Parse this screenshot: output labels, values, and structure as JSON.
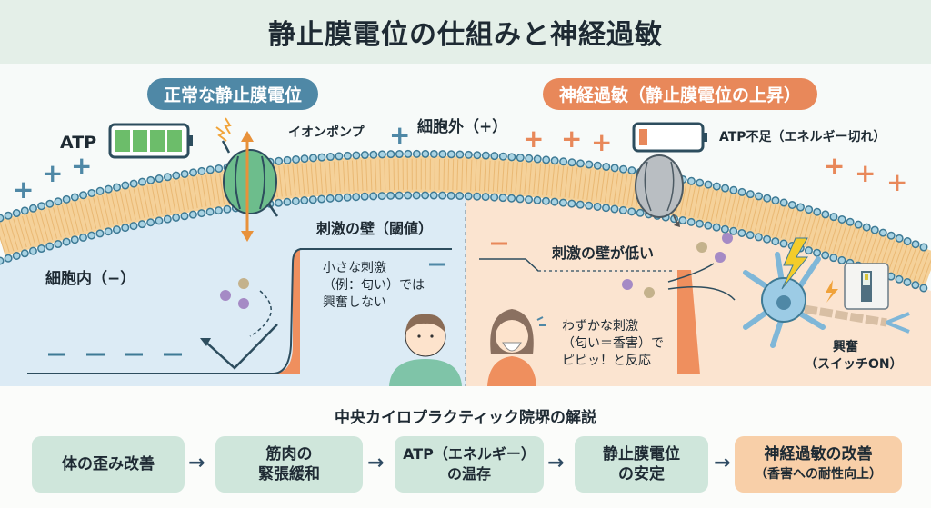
{
  "title": "静止膜電位の仕組みと神経過敏",
  "left": {
    "heading": "正常な静止膜電位",
    "atp_label": "ATP",
    "pump_label": "イオンポンプ",
    "outside_label": "細胞外（+）",
    "inside_label": "細胞内（−）",
    "threshold_label": "刺激の壁（閾値）",
    "stimulus_text": [
      "小さな刺激",
      "（例：匂い）では",
      "興奮しない"
    ]
  },
  "right": {
    "heading": "神経過敏（静止膜電位の上昇）",
    "atp_label": "ATP不足（エネルギー切れ）",
    "threshold_label": "刺激の壁が低い",
    "stimulus_text": [
      "わずかな刺激",
      "（匂い＝香害）で",
      "ピピッ！と反応"
    ],
    "excite_text": [
      "興奮",
      "（スイッチON）"
    ]
  },
  "flow": {
    "heading": "中央カイロプラクティック院堺の解説",
    "steps": [
      {
        "lines": [
          "体の歪み改善"
        ]
      },
      {
        "lines": [
          "筋肉の",
          "緊張緩和"
        ]
      },
      {
        "lines": [
          "ATP（エネルギー）",
          "の温存"
        ]
      },
      {
        "lines": [
          "静止膜電位",
          "の安定"
        ]
      },
      {
        "lines": [
          "神経過敏の改善",
          "（香害への耐性向上）"
        ]
      }
    ]
  },
  "colors": {
    "blue_accent": "#4f88a6",
    "orange_accent": "#e8885a",
    "step_green": "#cfe6db",
    "step_orange": "#f8cfa8"
  }
}
